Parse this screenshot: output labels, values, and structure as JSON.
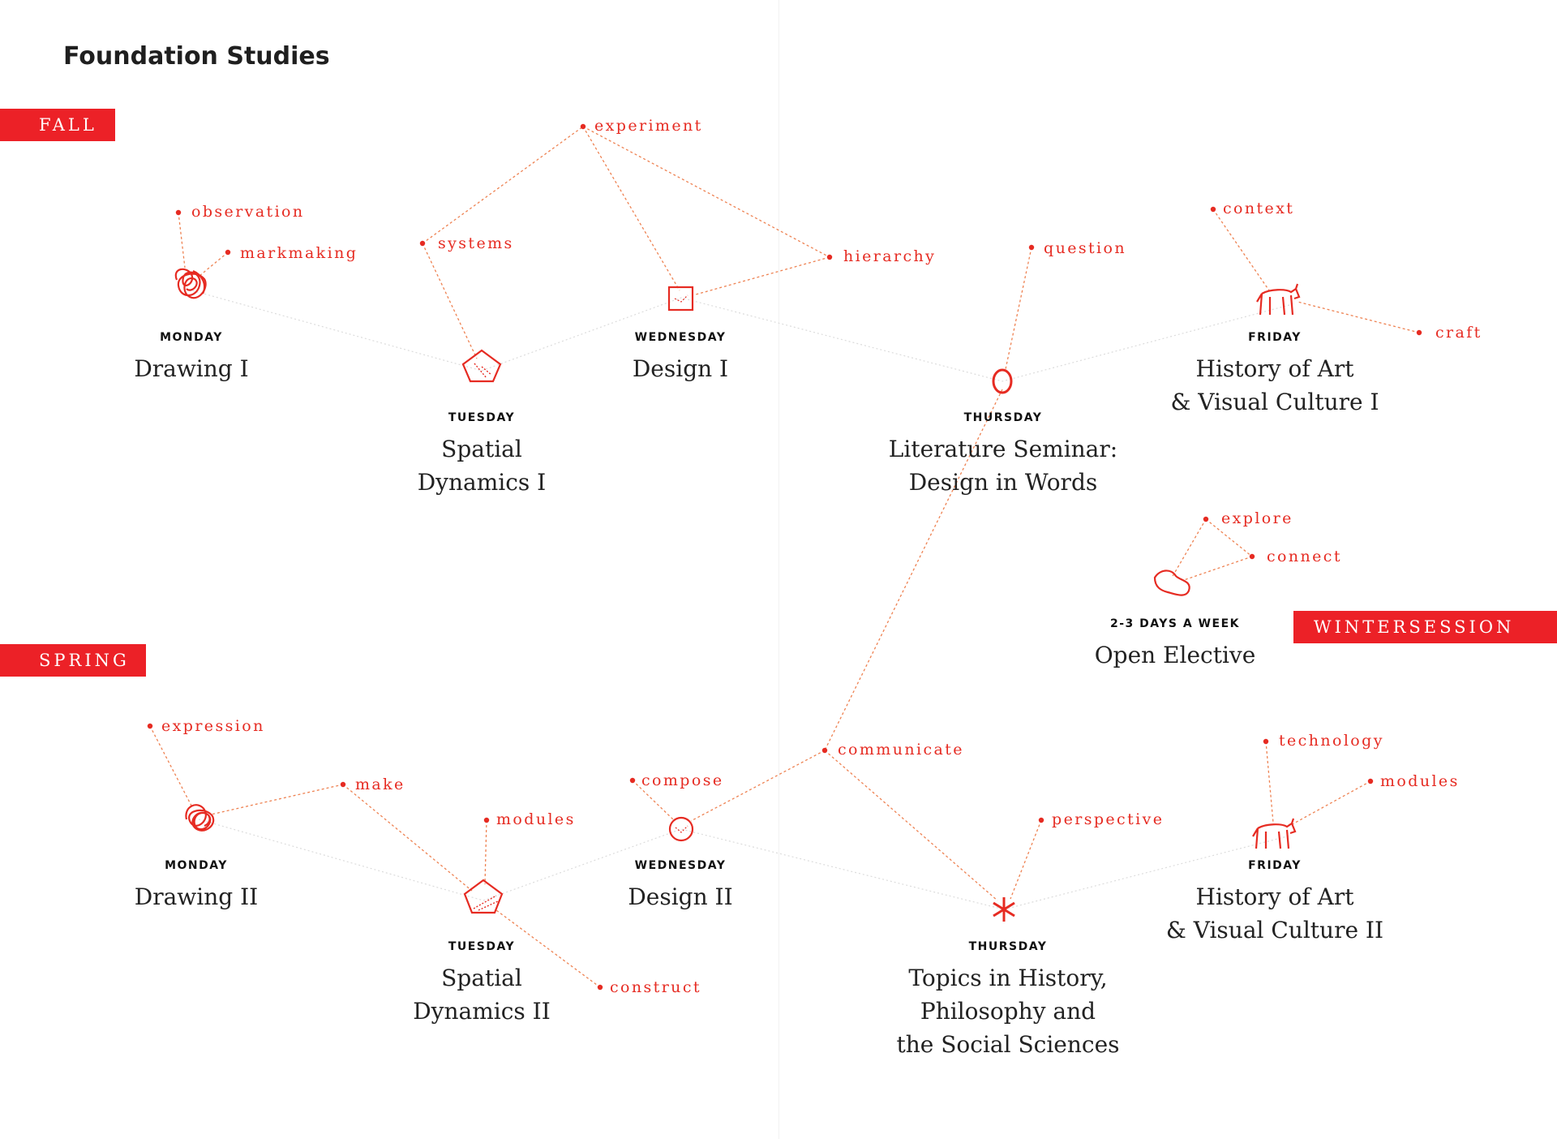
{
  "page_title": "Foundation Studies",
  "terms": {
    "fall": "FALL",
    "spring": "SPRING",
    "wintersession": "WINTERSESSION"
  },
  "colors": {
    "accent": "#ec2127",
    "text": "#222222"
  },
  "courses": {
    "drawing1": {
      "day": "MONDAY",
      "name_lines": [
        "Drawing I"
      ],
      "icon": "scribble-icon"
    },
    "spatial1": {
      "day": "TUESDAY",
      "name_lines": [
        "Spatial",
        "Dynamics I"
      ],
      "icon": "pentagon-icon"
    },
    "design1": {
      "day": "WEDNESDAY",
      "name_lines": [
        "Design I"
      ],
      "icon": "square-icon"
    },
    "lit": {
      "day": "THURSDAY",
      "name_lines": [
        "Literature Seminar:",
        "Design in Words"
      ],
      "icon": "letter-o-icon"
    },
    "hist1": {
      "day": "FRIDAY",
      "name_lines": [
        "History of Art",
        "& Visual Culture I"
      ],
      "icon": "animal-icon"
    },
    "elective": {
      "day": "2-3 DAYS A WEEK",
      "name_lines": [
        "Open Elective"
      ],
      "icon": "blob-icon"
    },
    "drawing2": {
      "day": "MONDAY",
      "name_lines": [
        "Drawing II"
      ],
      "icon": "scribble-icon"
    },
    "spatial2": {
      "day": "TUESDAY",
      "name_lines": [
        "Spatial",
        "Dynamics II"
      ],
      "icon": "pentagon-icon"
    },
    "design2": {
      "day": "WEDNESDAY",
      "name_lines": [
        "Design II"
      ],
      "icon": "circle-icon"
    },
    "topics": {
      "day": "THURSDAY",
      "name_lines": [
        "Topics in History,",
        "Philosophy and",
        "the Social Sciences"
      ],
      "icon": "asterisk-icon"
    },
    "hist2": {
      "day": "FRIDAY",
      "name_lines": [
        "History of Art",
        "& Visual Culture II"
      ],
      "icon": "animal-icon"
    }
  },
  "keywords": {
    "observation": "observation",
    "markmaking": "markmaking",
    "systems": "systems",
    "experiment": "experiment",
    "hierarchy": "hierarchy",
    "question": "question",
    "context": "context",
    "craft": "craft",
    "explore": "explore",
    "connect": "connect",
    "expression": "expression",
    "make": "make",
    "modules_spatial": "modules",
    "construct": "construct",
    "compose": "compose",
    "communicate": "communicate",
    "perspective": "perspective",
    "technology": "technology",
    "modules_history": "modules"
  }
}
